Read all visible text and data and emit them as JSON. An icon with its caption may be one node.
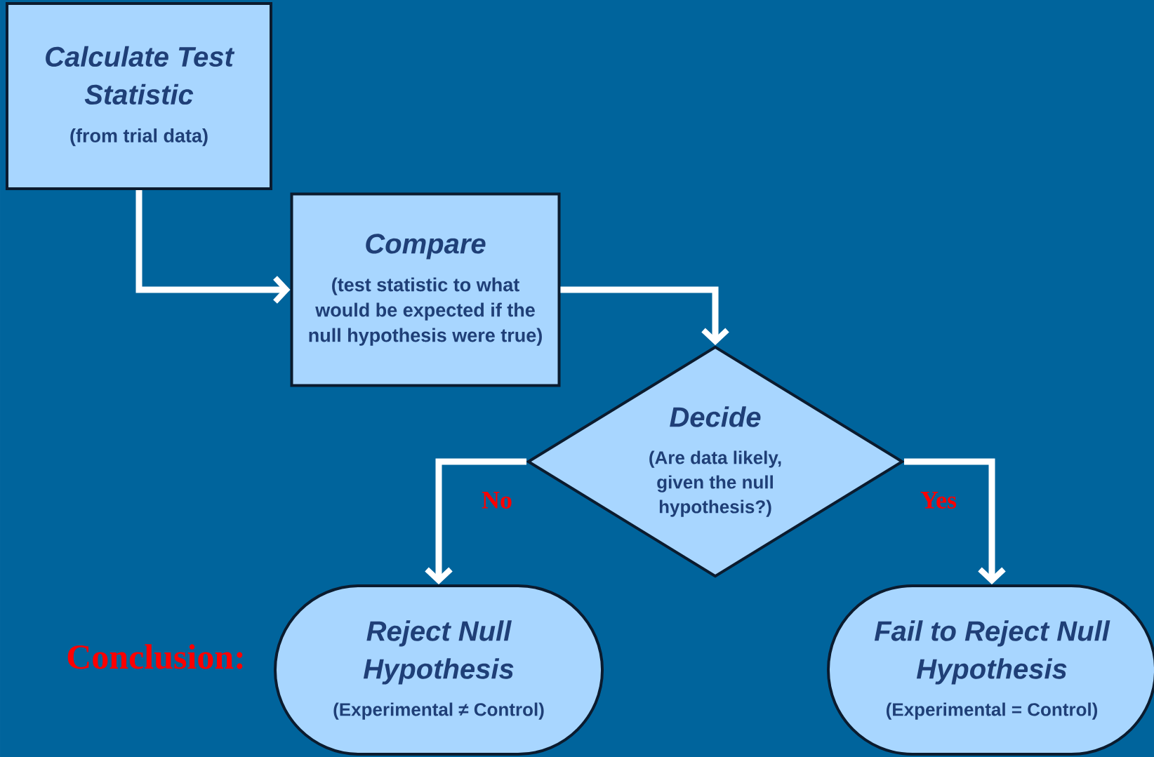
{
  "diagram": {
    "nodes": [
      {
        "text": [
          "Calculate Test Statistic",
          "(from trial data)"
        ]
      },
      {
        "text": [
          "Compare",
          "(test statistic to what would be expected if the null hypothesis were true)"
        ]
      },
      {
        "text": [
          "Decide",
          "(Are data likely, given the null hypothesis?)"
        ]
      },
      {
        "text": [
          "Reject Null Hypothesis",
          "(Experimental ≠ Control)"
        ]
      },
      {
        "text": [
          "Fail to Reject Null Hypothesis",
          "(Experimental = Control)"
        ]
      }
    ],
    "edges": [
      {
        "from": 0,
        "to": 1,
        "arrow": "to"
      },
      {
        "from": 1,
        "to": 2,
        "arrow": "to"
      },
      {
        "from": 2,
        "to": 3,
        "arrow": "to",
        "label": "No"
      },
      {
        "from": 2,
        "to": 4,
        "arrow": "to",
        "label": "Yes"
      }
    ],
    "labels": [
      "Conclusion:"
    ]
  }
}
